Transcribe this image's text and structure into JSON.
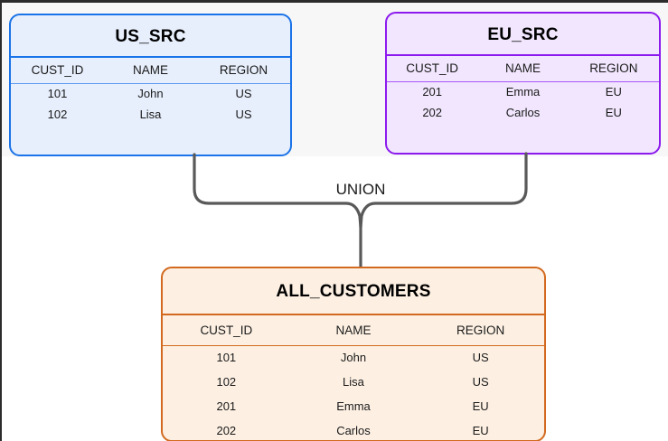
{
  "diagram": {
    "title_hidden": "",
    "background_band_color": "#f7f7f7",
    "operation_label": "UNION",
    "columns": [
      "CUST_ID",
      "NAME",
      "REGION"
    ],
    "entities": [
      {
        "id": "us_src",
        "name": "US_SRC",
        "accent": "#1a73e8",
        "fill": "#e7effc",
        "columns": [
          "CUST_ID",
          "NAME",
          "REGION"
        ],
        "rows": [
          [
            "101",
            "John",
            "US"
          ],
          [
            "102",
            "Lisa",
            "US"
          ]
        ]
      },
      {
        "id": "eu_src",
        "name": "EU_SRC",
        "accent": "#8c1aee",
        "fill": "#f1e6fd",
        "columns": [
          "CUST_ID",
          "NAME",
          "REGION"
        ],
        "rows": [
          [
            "201",
            "Emma",
            "EU"
          ],
          [
            "202",
            "Carlos",
            "EU"
          ]
        ]
      },
      {
        "id": "all_customers",
        "name": "ALL_CUSTOMERS",
        "accent": "#d2691e",
        "fill": "#fdf0e3",
        "columns": [
          "CUST_ID",
          "NAME",
          "REGION"
        ],
        "rows": [
          [
            "101",
            "John",
            "US"
          ],
          [
            "102",
            "Lisa",
            "US"
          ],
          [
            "201",
            "Emma",
            "EU"
          ],
          [
            "202",
            "Carlos",
            "EU"
          ]
        ]
      }
    ],
    "edges": [
      {
        "from": "us_src",
        "to": "all_customers",
        "label": "UNION",
        "stroke": "#595959"
      },
      {
        "from": "eu_src",
        "to": "all_customers",
        "label": "UNION",
        "stroke": "#595959"
      }
    ]
  }
}
